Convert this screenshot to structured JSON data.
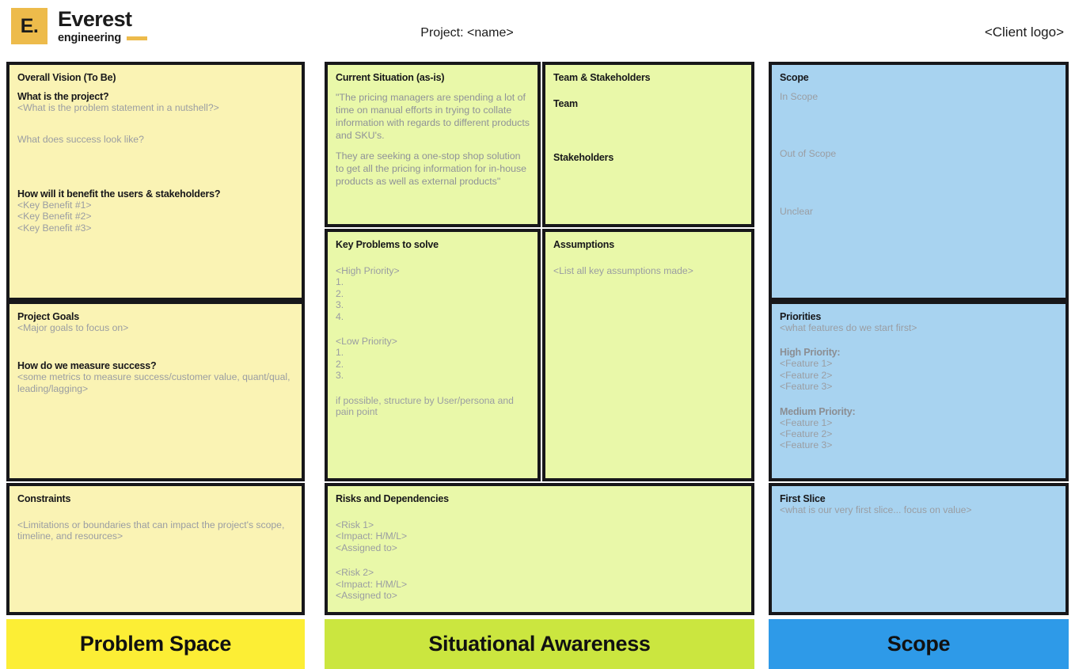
{
  "header": {
    "logo_mark": "E.",
    "logo_title": "Everest",
    "logo_sub": "engineering",
    "project_title": "Project: <name>",
    "client_logo": "<Client logo>"
  },
  "colors": {
    "brand_gold": "#edbb4b",
    "problem_space": "#fcee35",
    "situational_awareness": "#cbe63f",
    "scope": "#2e9ae8",
    "card_yellow": "#faf3b4",
    "card_lime": "#e9f8a9",
    "card_blue": "#a8d3f0",
    "border": "#17171a",
    "placeholder_text": "#9a9da2"
  },
  "columns": {
    "problem_space": {
      "banner": "Problem Space",
      "cards": {
        "vision": {
          "title": "Overall Vision (To Be)",
          "q1": "What is the project?",
          "q1_placeholder": "<What is the problem statement in a nutshell?>",
          "q2": "What does success look like?",
          "q3": "How will it benefit the users & stakeholders?",
          "benefits": [
            "<Key Benefit #1>",
            "<Key Benefit #2>",
            "<Key Benefit #3>"
          ]
        },
        "goals": {
          "title": "Project Goals",
          "placeholder": "<Major goals to focus on>",
          "q1": "How do we measure success?",
          "q1_placeholder": "<some metrics to measure success/customer value, quant/qual, leading/lagging>"
        },
        "constraints": {
          "title": "Constraints",
          "placeholder": "<Limitations or boundaries that can impact the project's scope, timeline, and resources>"
        }
      }
    },
    "situational_awareness": {
      "banner": "Situational Awareness",
      "cards": {
        "current_situation": {
          "title": "Current Situation (as-is)",
          "para1": "\"The pricing managers are spending a lot of time on manual efforts in trying to collate information with regards to different products and SKU's.",
          "para2": "They are seeking a one-stop shop solution to get all the pricing information for in-house products as well as external products\""
        },
        "team_stakeholders": {
          "title": "Team & Stakeholders",
          "sub1": "Team",
          "sub2": "Stakeholders"
        },
        "key_problems": {
          "title": "Key Problems to solve",
          "high_priority_label": "<High Priority>",
          "high_priority_items": [
            "1.",
            "2.",
            "3.",
            "4."
          ],
          "low_priority_label": "<Low Priority>",
          "low_priority_items": [
            "1.",
            "2.",
            "3."
          ],
          "note": "if possible, structure by User/persona and pain point"
        },
        "assumptions": {
          "title": "Assumptions",
          "placeholder": "<List all key assumptions made>"
        },
        "risks": {
          "title": "Risks and Dependencies",
          "risk1": [
            "<Risk 1>",
            "<Impact: H/M/L>",
            "<Assigned to>"
          ],
          "risk2": [
            "<Risk 2>",
            "<Impact: H/M/L>",
            "<Assigned to>"
          ]
        }
      }
    },
    "scope": {
      "banner": "Scope",
      "cards": {
        "scope": {
          "title": "Scope",
          "in_scope": "In Scope",
          "out_of_scope": "Out of Scope",
          "unclear": "Unclear"
        },
        "priorities": {
          "title": "Priorities",
          "placeholder": "<what features do we start first>",
          "high_label": "High Priority:",
          "high_items": [
            "<Feature 1>",
            "<Feature 2>",
            "<Feature 3>"
          ],
          "medium_label": "Medium Priority:",
          "medium_items": [
            "<Feature 1>",
            "<Feature 2>",
            "<Feature 3>"
          ]
        },
        "first_slice": {
          "title": "First Slice",
          "placeholder": "<what is our very first slice... focus on value>"
        }
      }
    }
  }
}
